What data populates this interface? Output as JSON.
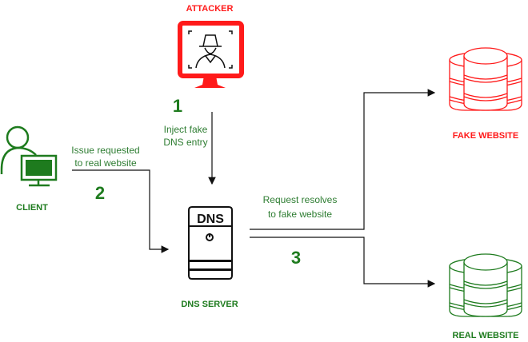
{
  "nodes": {
    "attacker": "ATTACKER",
    "client": "CLIENT",
    "dns_server": "DNS SERVER",
    "dns_badge": "DNS",
    "fake_website": "FAKE WEBSITE",
    "real_website": "REAL WEBSITE"
  },
  "steps": [
    {
      "number": "1",
      "lines": [
        "Inject fake",
        "DNS entry"
      ]
    },
    {
      "number": "2",
      "lines": [
        "Issue requested",
        "to real website"
      ]
    },
    {
      "number": "3",
      "lines": [
        "Request resolves",
        "to fake website"
      ]
    }
  ],
  "colors": {
    "attack": "#ff1a1a",
    "legit": "#1e7b1e",
    "arrow": "#111111"
  }
}
